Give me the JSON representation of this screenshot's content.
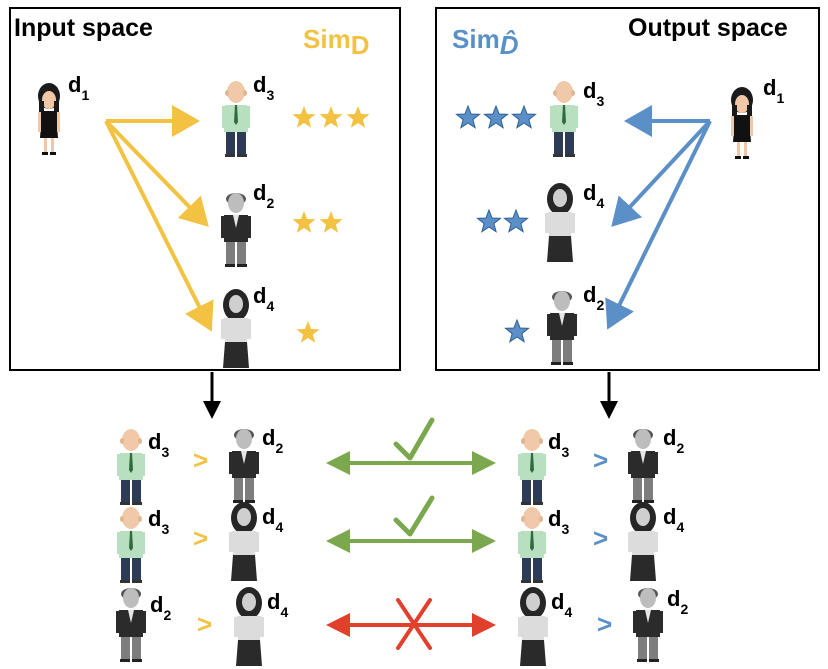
{
  "input_space": {
    "title": "Input space",
    "sim_base": "Sim",
    "sim_sub": "D",
    "source": {
      "base": "d",
      "sub": "1"
    },
    "items": [
      {
        "base": "d",
        "sub": "3",
        "stars": 3
      },
      {
        "base": "d",
        "sub": "2",
        "stars": 2
      },
      {
        "base": "d",
        "sub": "4",
        "stars": 1
      }
    ]
  },
  "output_space": {
    "title": "Output space",
    "sim_base": "Sim",
    "sim_sub": "D̂",
    "source": {
      "base": "d",
      "sub": "1"
    },
    "items": [
      {
        "base": "d",
        "sub": "3",
        "stars": 3
      },
      {
        "base": "d",
        "sub": "4",
        "stars": 2
      },
      {
        "base": "d",
        "sub": "2",
        "stars": 1
      }
    ]
  },
  "comparisons": [
    {
      "left": [
        {
          "base": "d",
          "sub": "3"
        },
        {
          "base": "d",
          "sub": "2"
        }
      ],
      "right": [
        {
          "base": "d",
          "sub": "3"
        },
        {
          "base": "d",
          "sub": "2"
        }
      ],
      "op": ">",
      "match": true
    },
    {
      "left": [
        {
          "base": "d",
          "sub": "3"
        },
        {
          "base": "d",
          "sub": "4"
        }
      ],
      "right": [
        {
          "base": "d",
          "sub": "3"
        },
        {
          "base": "d",
          "sub": "4"
        }
      ],
      "op": ">",
      "match": true
    },
    {
      "left": [
        {
          "base": "d",
          "sub": "2"
        },
        {
          "base": "d",
          "sub": "4"
        }
      ],
      "right": [
        {
          "base": "d",
          "sub": "4"
        },
        {
          "base": "d",
          "sub": "2"
        }
      ],
      "op": ">",
      "match": false
    }
  ],
  "colors": {
    "input_accent": "#F4C242",
    "output_accent": "#5B8FC8",
    "match": "#7BA84E",
    "mismatch": "#E0402C"
  }
}
